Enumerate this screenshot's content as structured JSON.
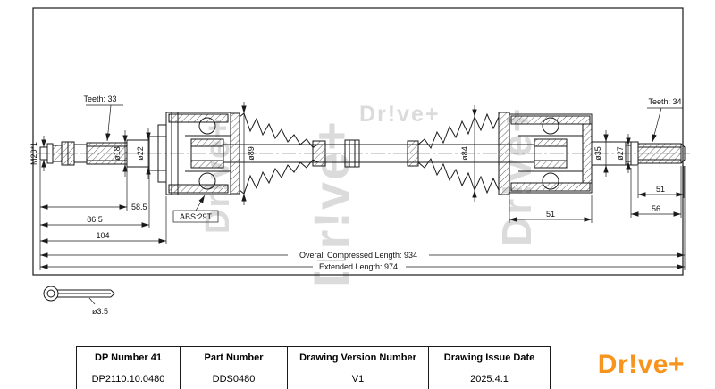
{
  "sheet": {
    "watermark_text": "Dr!ve+"
  },
  "drawing": {
    "labels": {
      "teeth_left": "Teeth: 33",
      "teeth_right": "Teeth: 34",
      "thread_spec": "M20*1",
      "dia_18": "ø18",
      "dia_22": "ø22",
      "dia_89": "ø89",
      "dia_84": "ø84",
      "dia_35": "ø35",
      "dia_27": "ø27",
      "abs_ring": "ABS:29T",
      "dim_58_5": "58.5",
      "dim_86_5": "86.5",
      "dim_104": "104",
      "dim_51_joint": "51",
      "dim_51_spline": "51",
      "dim_56": "56",
      "overall_compressed": "Overall Compressed Length: 934",
      "extended": "Extended Length: 974",
      "pin_dia": "ø3.5"
    }
  },
  "title_block": {
    "headers": [
      "DP Number 41",
      "Part Number",
      "Drawing Version Number",
      "Drawing Issue Date"
    ],
    "values": [
      "DP2110.10.0480",
      "DDS0480",
      "V1",
      "2025.4.1"
    ]
  },
  "logo": {
    "text": "Dr!ve+",
    "color": "#F7941E"
  },
  "colors": {
    "line": "#1a1a1a",
    "watermark": "#bfbfbf"
  }
}
